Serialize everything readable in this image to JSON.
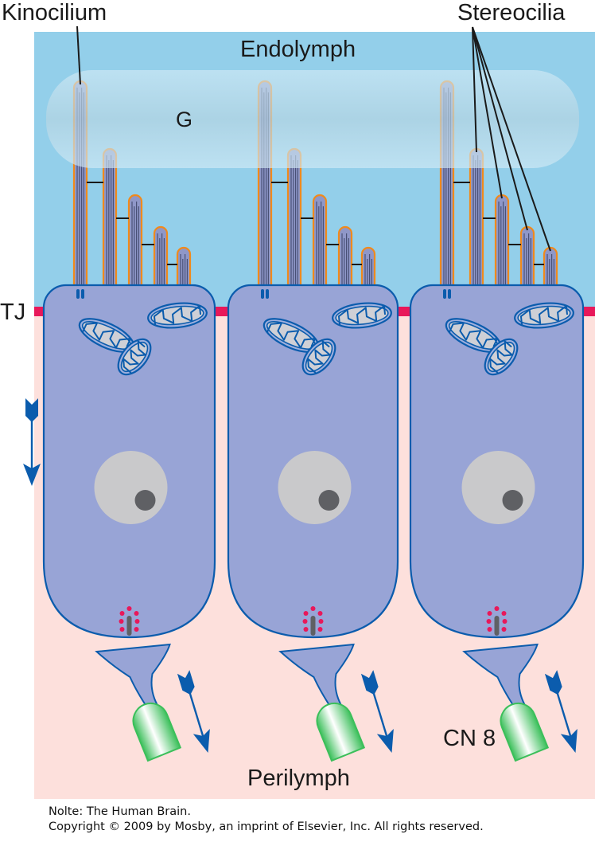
{
  "labels": {
    "kinocilium": "Kinocilium",
    "stereocilia": "Stereocilia",
    "endolymph": "Endolymph",
    "gel": "G",
    "tight_junction": "TJ",
    "perilymph": "Perilymph",
    "nerve": "CN 8"
  },
  "caption": {
    "line1": "Nolte: The Human Brain.",
    "line2": "Copyright © 2009 by Mosby, an imprint of Elsevier, Inc. All rights reserved."
  },
  "colors": {
    "endolymph": "#93cfea",
    "perilymph": "#fde0dc",
    "gel": "#cfe6f2",
    "cell_fill": "#98a4d6",
    "cell_stroke": "#0b5cad",
    "tight_junction": "#e8185a",
    "stereocilia_outline": "#f08a1c",
    "nucleus": "#c9c9cb",
    "nucleolus": "#5f6064",
    "vesicles": "#e8185a",
    "nerve_terminal": "#3bbf5a",
    "arrows": "#0b5cad"
  },
  "structure": {
    "hair_cells": 3,
    "stereocilia_per_cell": 5,
    "mitochondria_per_cell": 3
  }
}
